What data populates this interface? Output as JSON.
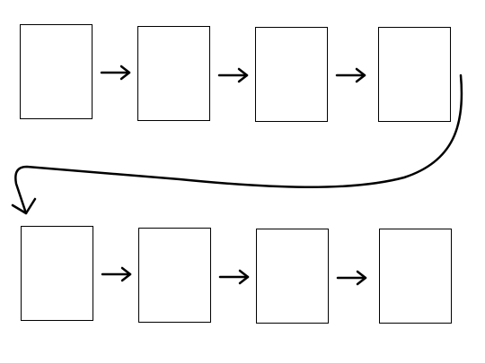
{
  "diagram": {
    "kind": "sequence-of-pages",
    "rows": [
      {
        "boxes": 4,
        "connector": "right-arrow"
      },
      {
        "boxes": 4,
        "connector": "right-arrow"
      }
    ],
    "wrap_connector": "curved-arrow-from-row-1-end-to-row-2-start",
    "colors": {
      "background": "#ffffff",
      "stroke": "#000000",
      "box_fill": "#ffffff"
    }
  }
}
